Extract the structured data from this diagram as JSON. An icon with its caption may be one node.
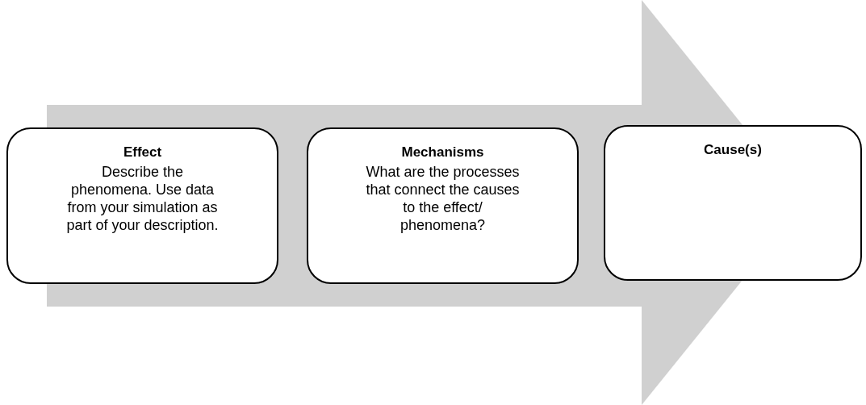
{
  "diagram": {
    "nodes": [
      {
        "text": [
          "Effect",
          "Describe the phenomena. Use data from your simulation as part of your description."
        ]
      },
      {
        "text": [
          "Mechanisms",
          "What are the processes that connect the causes to the effect/ phenomena?"
        ]
      },
      {
        "text": [
          "Cause(s)"
        ]
      }
    ],
    "edges": [
      {
        "from": 0,
        "to": 2,
        "arrow": "to"
      }
    ]
  }
}
